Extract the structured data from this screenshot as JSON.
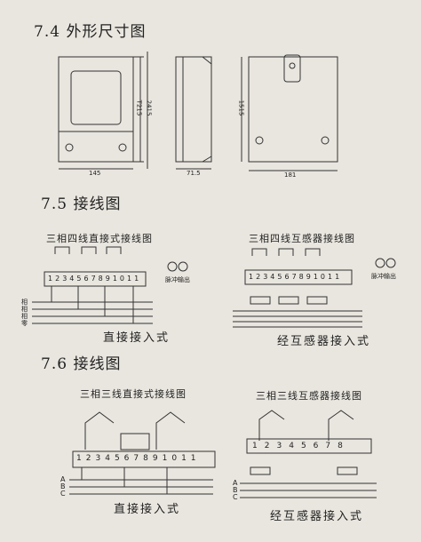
{
  "sections": {
    "s74": {
      "title": "7.4 外形尺寸图"
    },
    "s75": {
      "title": "7.5 接线图"
    },
    "s76": {
      "title": "7.6 接线图"
    }
  },
  "dimensions": {
    "front_width": "145",
    "front_height_a": "T215",
    "front_height_b": "2415",
    "side_width": "71.5",
    "back_width": "181",
    "back_height": "1515"
  },
  "diagrams": {
    "d75_left": {
      "title": "三相四线直接式接线图",
      "terminals": [
        "1",
        "2",
        "3",
        "4",
        "5",
        "6",
        "7",
        "8",
        "9",
        "10",
        "11"
      ],
      "line_labels": [
        "相",
        "相",
        "相",
        "零"
      ],
      "aux_label": "脉冲输出",
      "caption": "直接接入式"
    },
    "d75_right": {
      "title": "三相四线互感器接线图",
      "terminals": [
        "1",
        "2",
        "3",
        "4",
        "5",
        "6",
        "7",
        "8",
        "9",
        "10",
        "11"
      ],
      "aux_label": "脉冲输出",
      "caption": "经互感器接入式"
    },
    "d76_left": {
      "title": "三相三线直接式接线图",
      "terminals": [
        "1",
        "2",
        "3",
        "4",
        "5",
        "6",
        "7",
        "8",
        "9",
        "10",
        "11"
      ],
      "line_labels": [
        "A",
        "B",
        "C"
      ],
      "caption": "直接接入式"
    },
    "d76_right": {
      "title": "三相三线互感器接线图",
      "terminals": [
        "1",
        "2",
        "3",
        "4",
        "5",
        "6",
        "7",
        "8"
      ],
      "line_labels": [
        "A",
        "B",
        "C"
      ],
      "caption": "经互感器接入式"
    }
  },
  "colors": {
    "ink": "#222222",
    "paper": "#e9e6df"
  }
}
